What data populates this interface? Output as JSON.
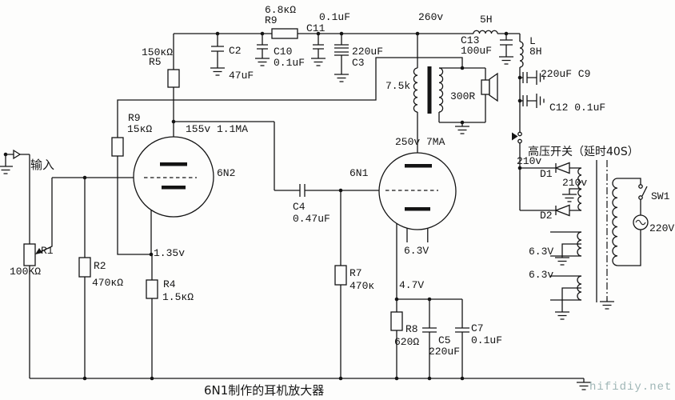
{
  "caption": "6N1制作的耳机放大器",
  "watermark": "hifidiy.net",
  "colors": {
    "line": "#141414",
    "watermark": "#9fb6b6",
    "background": "#fdfdfc"
  },
  "labels": {
    "r5_value": "150κΩ",
    "r5_name": "R5",
    "rfb_name": "R9",
    "rfb_value": "15κΩ",
    "rdrop_value": "6.8κΩ",
    "rdrop_name": "R9",
    "c11_value": "0.1uF",
    "c11_name": "C11",
    "c2_name": "C2",
    "c2_value": "47uF",
    "c10_name": "C10",
    "c10_value": "0.1uF",
    "c3_value": "220uF",
    "c3_name": "C3",
    "b_plus": "260v",
    "choke1": "5H",
    "c13_name": "C13",
    "c13_value": "100uF",
    "choke2_name": "L",
    "choke2_value": "8H",
    "c9_label": "220uF C9",
    "c12_label": "C12 0.1uF",
    "hv_switch": "高压开关（延时40S）",
    "v210_top": "210v",
    "d1": "D1",
    "v210_ct": "210v",
    "d2": "D2",
    "sw1": "SW1",
    "mains": "220V",
    "heater_w1": "6.3V",
    "heater_w2": "6.3v",
    "plate1": "155v 1.1MA",
    "tube1": "6N2",
    "tube2": "6N1",
    "plate2": "250v 7MA",
    "opt_primary": "7.5k",
    "load": "300R",
    "c4_name": "C4",
    "c4_value": "0.47uF",
    "r7_name": "R7",
    "r7_value": "470κ",
    "cathode2": "4.7V",
    "heater_t2": "6.3V",
    "r8_name": "R8",
    "r8_value": "620Ω",
    "c5_name": "C5",
    "c5_value": "220uF",
    "c7_name": "C7",
    "c7_value": "0.1uF",
    "cathode1": "1.35v",
    "r1_name": "R1",
    "r1_value": "100KΩ",
    "r2_name": "R2",
    "r2_value": "470κΩ",
    "r4_name": "R4",
    "r4_value": "1.5κΩ",
    "input": "输入"
  }
}
